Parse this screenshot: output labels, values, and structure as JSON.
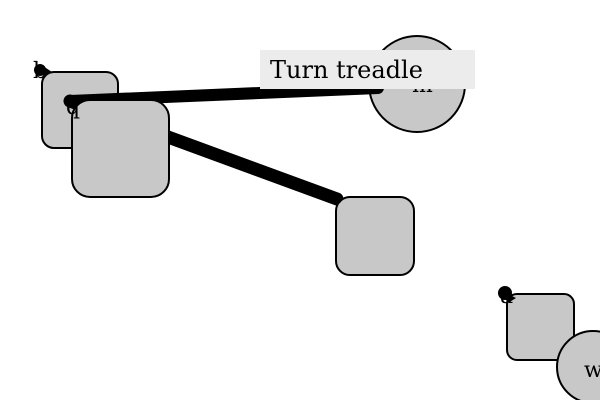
{
  "nodes": [
    {
      "id": "rect-top-left",
      "shape": "rounded-rect",
      "label": "b"
    },
    {
      "id": "circle-top-right",
      "shape": "circle",
      "label": "m"
    },
    {
      "id": "rect-big-left",
      "shape": "rounded-rect",
      "label": "q"
    },
    {
      "id": "rect-middle",
      "shape": "rounded-rect",
      "label": ""
    },
    {
      "id": "rect-bottom-right",
      "shape": "rounded-rect",
      "label": "a"
    },
    {
      "id": "circle-bottom-right",
      "shape": "circle",
      "label": "w"
    }
  ],
  "tooltip": {
    "text": "Turn treadle"
  },
  "colors": {
    "node_fill": "#c8c8c8",
    "stroke": "#000000",
    "tooltip_bg": "#ececec",
    "background": "#ffffff"
  }
}
